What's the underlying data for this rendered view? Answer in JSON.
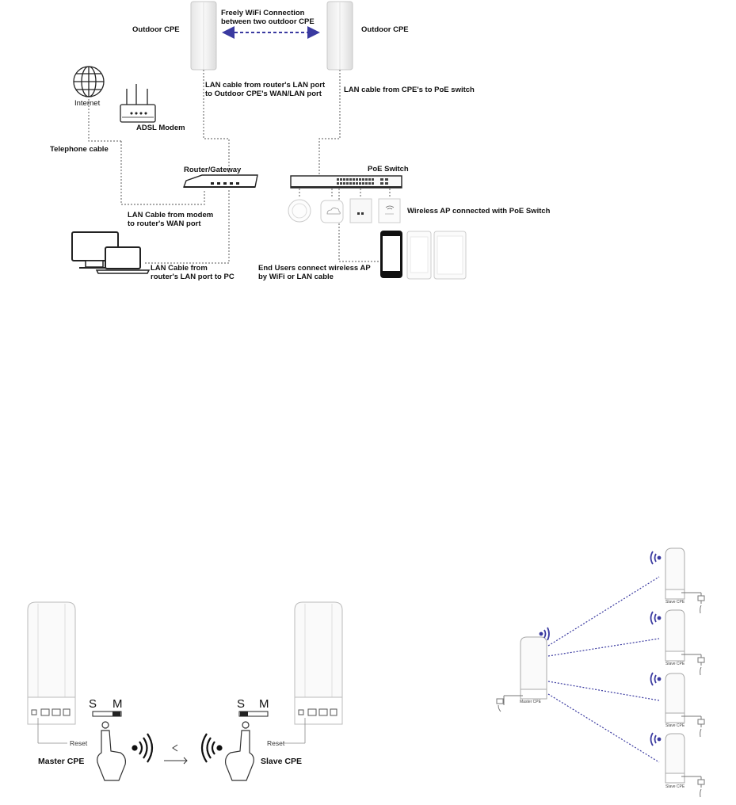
{
  "network_diagram": {
    "outdoor_cpe_left": "Outdoor CPE",
    "outdoor_cpe_right": "Outdoor CPE",
    "wifi_connection_line1": "Freely WiFi Connection",
    "wifi_connection_line2": "between two outdoor CPE",
    "internet": "Internet",
    "adsl_modem": "ADSL Modem",
    "telephone_cable": "Telephone cable",
    "lan_router_cpe_line1": "LAN cable from router's LAN port",
    "lan_router_cpe_line2": "to Outdoor CPE's WAN/LAN port",
    "lan_cpe_poe": "LAN cable from CPE's to PoE switch",
    "router_gateway": "Router/Gateway",
    "poe_switch": "PoE Switch",
    "wireless_ap": "Wireless AP connected with PoE Switch",
    "lan_modem_line1": "LAN Cable from modem",
    "lan_modem_line2": "to router's WAN port",
    "lan_pc_line1": "LAN Cable from",
    "lan_pc_line2": "router's LAN port to PC",
    "end_users_line1": "End Users connect wireless AP",
    "end_users_line2": "by WiFi or LAN cable"
  },
  "pairing_diagram": {
    "switch_s_left": "S",
    "switch_m_left": "M",
    "switch_s_right": "S",
    "switch_m_right": "M",
    "reset_left": "Reset",
    "reset_right": "Reset",
    "master_cpe": "Master CPE",
    "slave_cpe": "Slave CPE"
  },
  "multipoint_diagram": {
    "master_cpe": "Master CPE",
    "slave_1": "Slave CPE",
    "slave_2": "Slave CPE",
    "slave_3": "Slave CPE",
    "slave_4": "Slave CPE"
  },
  "colors": {
    "wifi_link": "#3a3aa0",
    "dotted_cable": "#777777",
    "ink": "#111111"
  }
}
